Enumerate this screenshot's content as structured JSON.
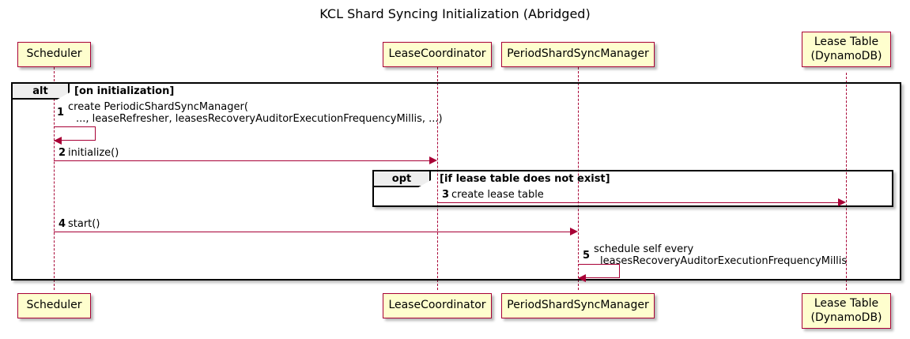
{
  "diagram": {
    "title": "KCL Shard Syncing Initialization (Abridged)",
    "type": "uml-sequence-diagram"
  },
  "colors": {
    "participant_fill": "#FEFECE",
    "participant_border": "#A80036",
    "arrow": "#A80036",
    "frame_border": "#000000",
    "frame_tab_fill": "#EEEEEE",
    "background": "#FFFFFF"
  },
  "participants": [
    {
      "id": "scheduler",
      "label": "Scheduler",
      "line2": ""
    },
    {
      "id": "lease-coordinator",
      "label": "LeaseCoordinator",
      "line2": ""
    },
    {
      "id": "period-shard-sync-manager",
      "label": "PeriodShardSyncManager",
      "line2": ""
    },
    {
      "id": "lease-table",
      "label": "Lease Table",
      "line2": "(DynamoDB)"
    }
  ],
  "fragments": [
    {
      "id": "alt",
      "keyword": "alt",
      "guard": "[on initialization]"
    },
    {
      "id": "opt",
      "keyword": "opt",
      "guard": "[if lease table does not exist]"
    }
  ],
  "messages": [
    {
      "num": "1",
      "line1": "create PeriodicShardSyncManager(",
      "line2": "..., leaseRefresher, leasesRecoveryAuditorExecutionFrequencyMillis, ...)",
      "from": "Scheduler",
      "to": "Scheduler",
      "kind": "self"
    },
    {
      "num": "2",
      "line1": "initialize()",
      "line2": "",
      "from": "Scheduler",
      "to": "LeaseCoordinator",
      "kind": "call"
    },
    {
      "num": "3",
      "line1": "create lease table",
      "line2": "",
      "from": "LeaseCoordinator",
      "to": "Lease Table (DynamoDB)",
      "kind": "call"
    },
    {
      "num": "4",
      "line1": "start()",
      "line2": "",
      "from": "Scheduler",
      "to": "PeriodShardSyncManager",
      "kind": "call"
    },
    {
      "num": "5",
      "line1": "schedule self every",
      "line2": "leasesRecoveryAuditorExecutionFrequencyMillis",
      "from": "PeriodShardSyncManager",
      "to": "PeriodShardSyncManager",
      "kind": "self"
    }
  ]
}
